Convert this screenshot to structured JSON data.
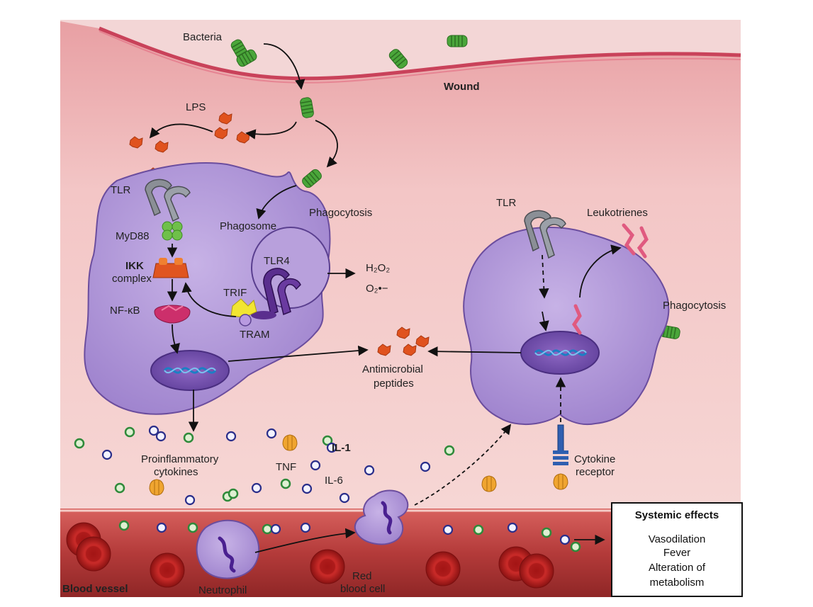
{
  "labels": {
    "bacteria": "Bacteria",
    "wound": "Wound",
    "lps": "LPS",
    "tlr_left": "TLR",
    "myd88": "MyD88",
    "ikk_line1": "IKK",
    "ikk_line2": "complex",
    "nfkb": "NF-κB",
    "phagosome": "Phagosome",
    "tlr4": "TLR4",
    "trif": "TRIF",
    "tram": "TRAM",
    "phagocytosis_left": "Phagocytosis",
    "h2o2": "H₂O₂",
    "o2": "O₂•−",
    "tlr_right": "TLR",
    "leukotrienes": "Leukotrienes",
    "phagocytosis_right": "Phagocytosis",
    "antimicrobial_line1": "Antimicrobial",
    "antimicrobial_line2": "peptides",
    "proinflammatory_line1": "Proinflammatory",
    "proinflammatory_line2": "cytokines",
    "tnf": "TNF",
    "il1": "IL-1",
    "il6": "IL-6",
    "cytokine_receptor_line1": "Cytokine",
    "cytokine_receptor_line2": "receptor",
    "blood_vessel": "Blood vessel",
    "neutrophil": "Neutrophil",
    "red_blood_cell_line1": "Red",
    "red_blood_cell_line2": "blood cell"
  },
  "systemic_effects": {
    "title": "Systemic effects",
    "items": [
      "Vasodilation",
      "Fever",
      "Alteration of",
      "metabolism"
    ]
  },
  "colors": {
    "tissue": "#f2c4c4",
    "tissue_top": "#e79a9e",
    "skin_edge": "#c9425a",
    "cell": "#b39ad8",
    "cell_edge": "#6b4d9e",
    "bacteria": "#4aa63a",
    "lps": "#e0521e",
    "blood": "#9e2a2a",
    "rbc": "#c4201f"
  }
}
